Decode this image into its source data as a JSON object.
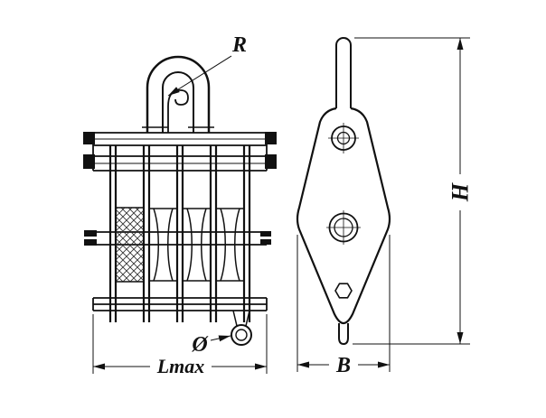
{
  "diagram": {
    "background": "#ffffff",
    "line_color": "#111111",
    "labels": {
      "hook_radius": "R",
      "overall_height": "H",
      "eye_diameter": "Ø",
      "max_length": "Lmax",
      "plate_width": "B"
    }
  }
}
